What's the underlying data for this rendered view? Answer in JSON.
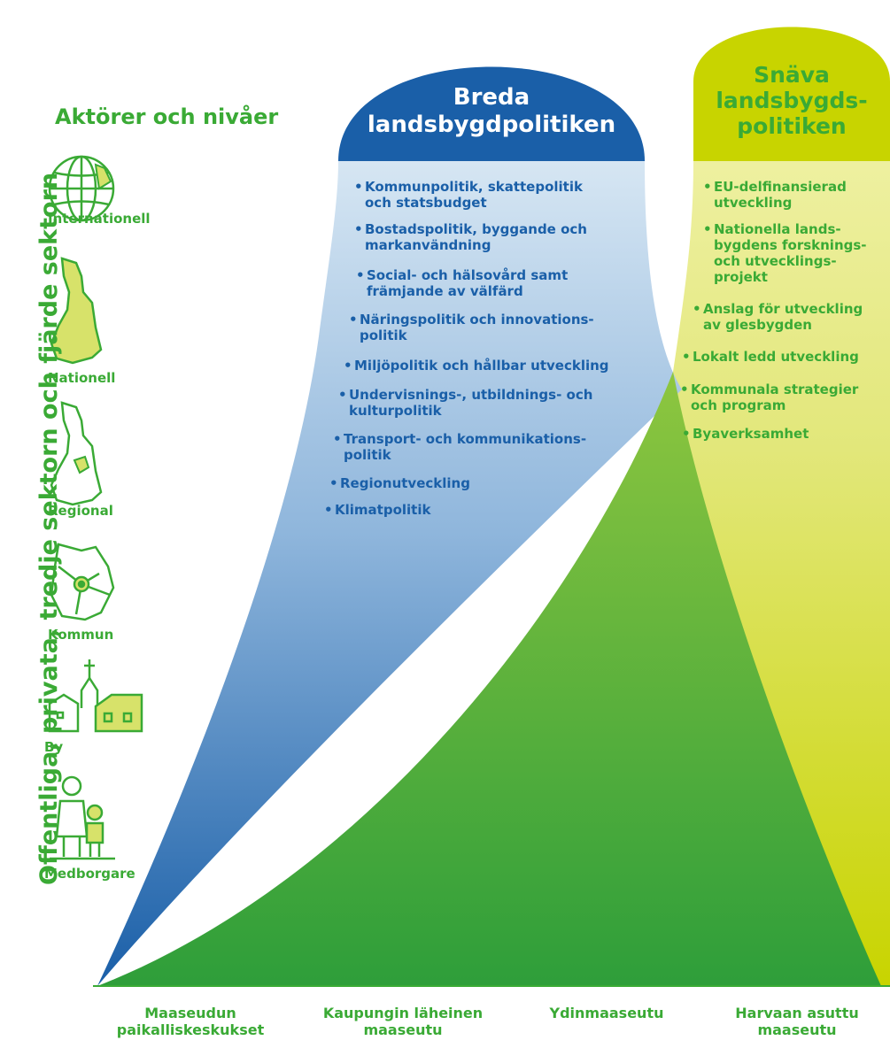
{
  "left_title": "Aktörer och nivåer",
  "vertical_label": "Offentliga, privata, tredje sektorn och fjärde sektorn",
  "levels": [
    "Internationell",
    "Nationell",
    "Regional",
    "Kommun",
    "By",
    "Medborgare"
  ],
  "level_icons": [
    "globe-icon",
    "finland-map-icon",
    "finland-region-icon",
    "municipality-map-icon",
    "village-icon",
    "citizens-icon"
  ],
  "broad": {
    "title_line1": "Breda",
    "title_line2": "landsbygdpolitiken",
    "items": [
      [
        "Kommunpolitik, skattepolitik",
        "och statsbudget"
      ],
      [
        "Bostadspolitik, byggande och",
        "markanvändning"
      ],
      [
        "Social- och hälsovård samt",
        "främjande av välfärd"
      ],
      [
        "Näringspolitik och innovations-",
        "politik"
      ],
      [
        "Miljöpolitik och hållbar utveckling"
      ],
      [
        "Undervisnings-, utbildnings- och",
        "kulturpolitik"
      ],
      [
        "Transport- och kommunikations-",
        "politik"
      ],
      [
        "Regionutveckling"
      ],
      [
        "Klimatpolitik"
      ]
    ]
  },
  "narrow": {
    "title_line1": "Snäva",
    "title_line2": "landsbygds-",
    "title_line3": "politiken",
    "items": [
      [
        "EU-delfinansierad",
        "utveckling"
      ],
      [
        "Nationella lands-",
        "bygdens forsknings-",
        "och utvecklings-",
        "projekt"
      ],
      [
        "Anslag för utveckling",
        "av glesbygden"
      ],
      [
        "Lokalt ledd utveckling"
      ],
      [
        "Kommunala strategier",
        "och program"
      ],
      [
        "Byaverksamhet"
      ]
    ]
  },
  "bottom_labels": [
    [
      "Maaseudun",
      "paikalliskeskukset"
    ],
    [
      "Kaupungin läheinen",
      "maaseutu"
    ],
    [
      "Ydinmaaseutu"
    ],
    [
      "Harvaan asuttu",
      "maaseutu"
    ]
  ],
  "colors": {
    "blue": "#1a5fa8",
    "green": "#3aaa35",
    "lime": "#c8d400",
    "light_blue": "#cfe0f0"
  }
}
